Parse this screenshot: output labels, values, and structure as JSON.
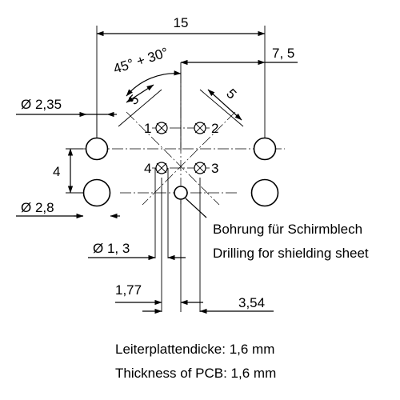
{
  "dimensions": {
    "width_total": "15",
    "half_width": "7, 5",
    "angle": "45° + 30°",
    "pitch_left": "5",
    "pitch_right": "5",
    "hole_small_dia": "Ø 2,35",
    "vertical_spacing": "4",
    "hole_large_dia": "Ø 2,8",
    "pin_hole_dia": "Ø 1, 3",
    "offset_a": "1,77",
    "offset_b": "3,54"
  },
  "pins": [
    "1",
    "2",
    "3",
    "4"
  ],
  "notes": {
    "shield_de": "Bohrung für Schirmblech",
    "shield_en": "Drilling for shielding sheet",
    "pcb_de": "Leiterplattendicke: 1,6 mm",
    "pcb_en": "Thickness of PCB: 1,6 mm"
  }
}
